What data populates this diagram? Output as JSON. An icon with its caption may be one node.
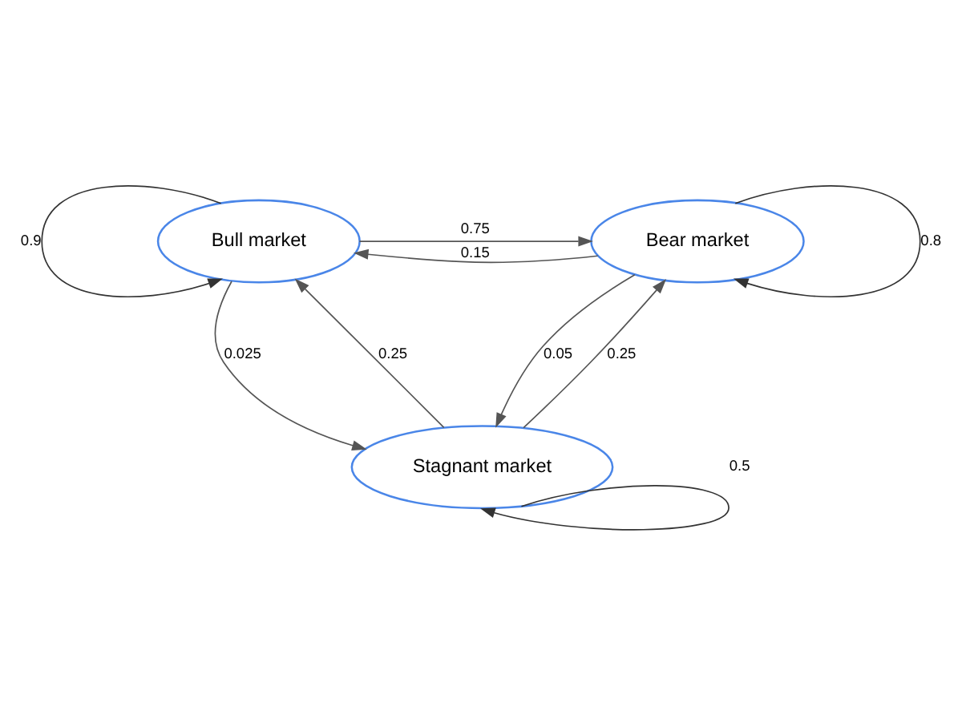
{
  "diagram": {
    "nodes": [
      {
        "text": [
          "Bull market"
        ]
      },
      {
        "text": [
          "Bear market"
        ]
      },
      {
        "text": [
          "Stagnant market"
        ]
      }
    ],
    "edges": [
      {
        "from": 0,
        "to": 0,
        "arrow": "to",
        "label": "0.9"
      },
      {
        "from": 0,
        "to": 1,
        "arrow": "to",
        "label": "0.75"
      },
      {
        "from": 1,
        "to": 0,
        "arrow": "to",
        "label": "0.15"
      },
      {
        "from": 1,
        "to": 1,
        "arrow": "to",
        "label": "0.8"
      },
      {
        "from": 0,
        "to": 2,
        "arrow": "to",
        "label": "0.025"
      },
      {
        "from": 1,
        "to": 2,
        "arrow": "to",
        "label": "0.05"
      },
      {
        "from": 2,
        "to": 0,
        "arrow": "to",
        "label": "0.25"
      },
      {
        "from": 2,
        "to": 1,
        "arrow": "to",
        "label": "0.25"
      },
      {
        "from": 2,
        "to": 2,
        "arrow": "to",
        "label": "0.5"
      }
    ]
  }
}
